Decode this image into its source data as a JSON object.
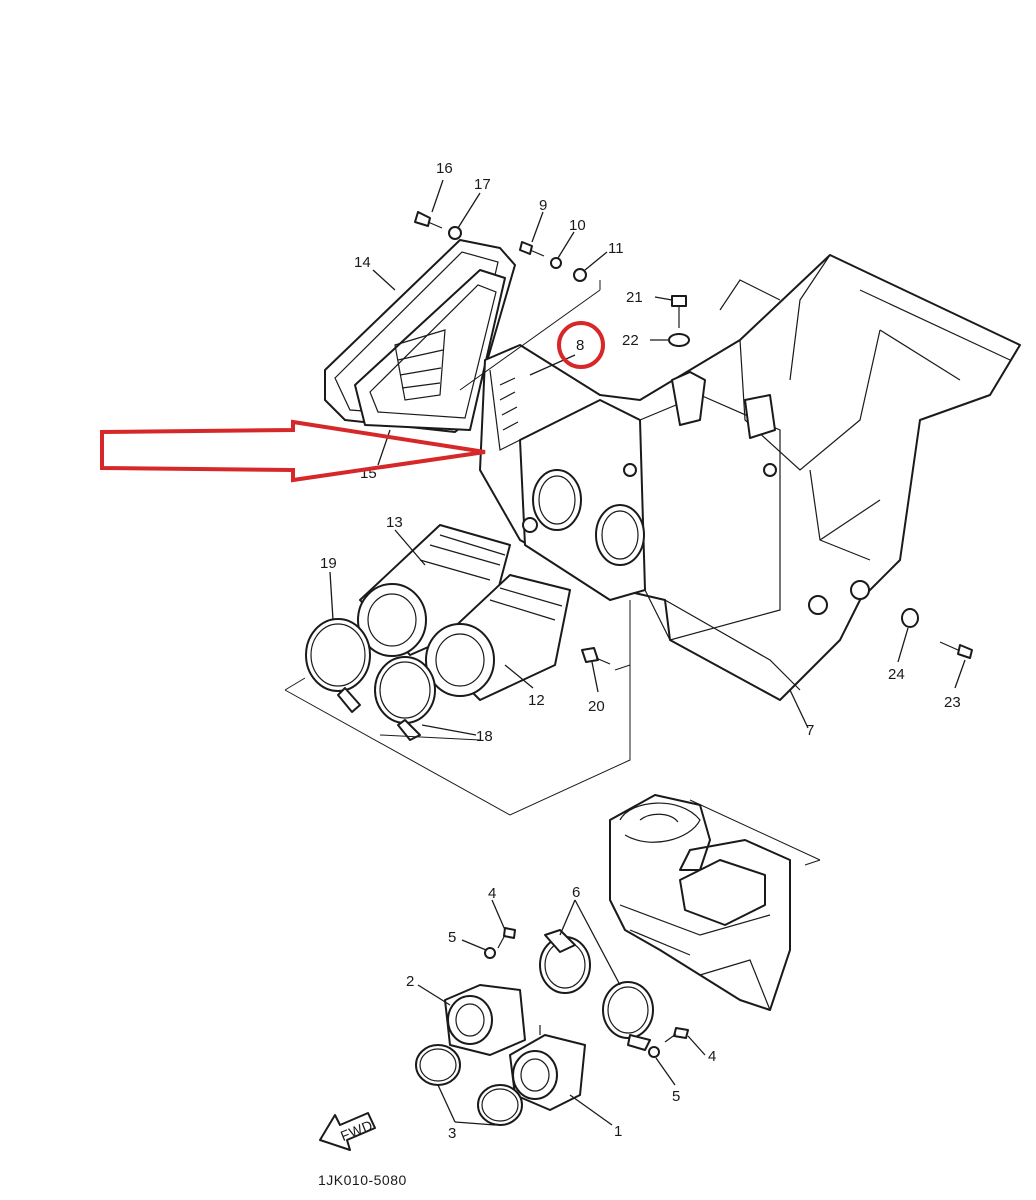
{
  "diagram": {
    "reference_code": "1JK010-5080",
    "fwd_label": "FWD",
    "highlight_color": "#d62828",
    "line_color": "#1a1a1a",
    "callouts": [
      "16",
      "17",
      "9",
      "10",
      "11",
      "14",
      "21",
      "22",
      "8",
      "15",
      "13",
      "19",
      "12",
      "18",
      "20",
      "7",
      "24",
      "23",
      "4",
      "6",
      "5",
      "2",
      "4",
      "5",
      "3",
      "1"
    ]
  }
}
